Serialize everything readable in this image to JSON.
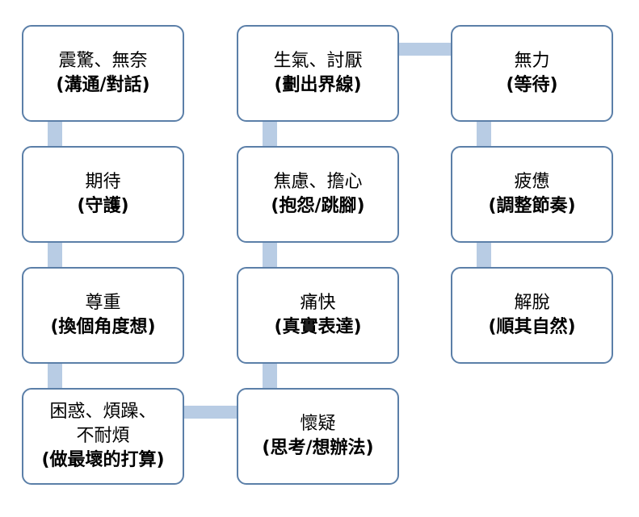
{
  "nodes": [
    {
      "id": "shock",
      "lines": [
        "震驚、無奈",
        "(溝通/對話)"
      ]
    },
    {
      "id": "expect",
      "lines": [
        "期待",
        "(守護)"
      ]
    },
    {
      "id": "respect",
      "lines": [
        "尊重",
        "(換個角度想)"
      ]
    },
    {
      "id": "confused",
      "lines": [
        "困惑、煩躁、",
        "不耐煩",
        "(做最壞的打算)"
      ]
    },
    {
      "id": "doubt",
      "lines": [
        "懷疑",
        "(思考/想辦法)"
      ]
    },
    {
      "id": "pain",
      "lines": [
        "痛快",
        "(真實表達)"
      ]
    },
    {
      "id": "anxious",
      "lines": [
        "焦慮、擔心",
        "(抱怨/跳腳)"
      ]
    },
    {
      "id": "angry",
      "lines": [
        "生氣、討厭",
        "(劃出界線)"
      ]
    },
    {
      "id": "powerless",
      "lines": [
        "無力",
        "(等待)"
      ]
    },
    {
      "id": "tired",
      "lines": [
        "疲憊",
        "(調整節奏)"
      ]
    },
    {
      "id": "relief",
      "lines": [
        "解脫",
        "(順其自然)"
      ]
    }
  ],
  "colors": {
    "border": "#5b7fa8",
    "connector": "#b8cce4",
    "text": "#000000"
  }
}
